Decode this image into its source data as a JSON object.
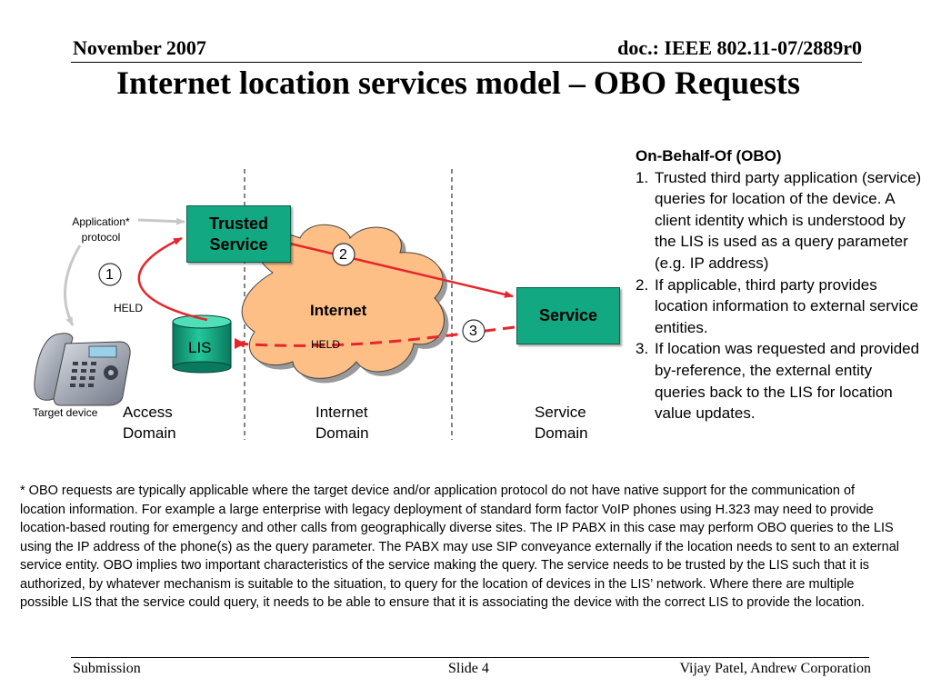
{
  "header": {
    "date": "November 2007",
    "doc_id": "doc.: IEEE 802.11-07/2889r0"
  },
  "title": "Internet location services model – OBO Requests",
  "diagram": {
    "trusted_service": "Trusted Service",
    "service": "Service",
    "internet": "Internet",
    "lis": "LIS",
    "held_left": "HELD",
    "held_cloud": "HELD",
    "application_protocol": "Application* protocol",
    "target_device": "Target device",
    "domains": {
      "access": "Access Domain",
      "internet": "Internet Domain",
      "service": "Service Domain"
    },
    "steps": [
      "1",
      "2",
      "3"
    ],
    "colors": {
      "box_fill": "#12a882",
      "cloud_fill": "#fdbf86",
      "arrow_red": "#e8252b",
      "arrow_gray": "#c8c8c8"
    },
    "icons": [
      "desk-phone-icon"
    ]
  },
  "obo": {
    "heading": "On-Behalf-Of (OBO)",
    "items": [
      {
        "num": "1.",
        "text": "Trusted third party application (service) queries for location of the device. A client identity which is understood by the LIS is used as a query parameter (e.g. IP address)"
      },
      {
        "num": "2.",
        "text": "If applicable, third party provides location information to external service entities."
      },
      {
        "num": "3.",
        "text": "If location was requested and provided by-reference, the external entity queries back to the LIS for location value updates."
      }
    ]
  },
  "footnote": "* OBO requests are typically applicable where the target device and/or application protocol do not have native support for the communication of location information. For example a large enterprise with legacy deployment of standard form factor VoIP phones using H.323 may need to provide location-based routing for emergency and other calls from geographically diverse sites. The IP PABX in this case may perform OBO queries to the LIS using the IP address of the phone(s) as the query parameter. The PABX may use SIP conveyance externally if the location needs to sent to an external service entity. OBO implies two important characteristics of the service making the query. The service needs to be trusted by the LIS such that it is authorized, by whatever mechanism is suitable to the situation, to query for the location of devices in the LIS’ network. Where there are multiple possible LIS that the service could query, it needs to be able to ensure that it is associating the device with the correct LIS to provide the location.",
  "footer": {
    "left": "Submission",
    "center": "Slide 4",
    "right": "Vijay Patel, Andrew Corporation"
  }
}
